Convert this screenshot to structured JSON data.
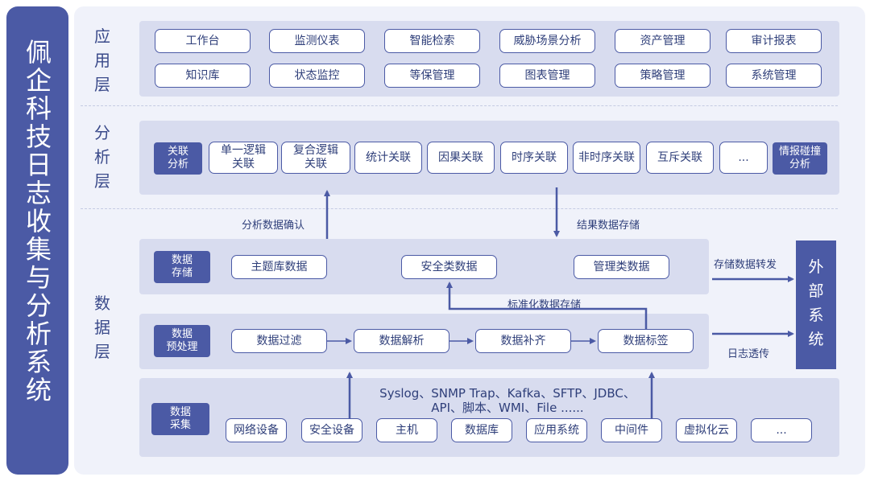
{
  "sidebar_title": "佩企科技日志收集与分析系统",
  "layers": {
    "application": "应用层",
    "analysis": "分析层",
    "data": "数据层"
  },
  "application": {
    "row1": [
      "工作台",
      "监测仪表",
      "智能检索",
      "威胁场景分析",
      "资产管理",
      "审计报表"
    ],
    "row2": [
      "知识库",
      "状态监控",
      "等保管理",
      "图表管理",
      "策略管理",
      "系统管理"
    ]
  },
  "analysis": {
    "left_tag": "关联分析",
    "items": [
      "单一逻辑关联",
      "复合逻辑关联",
      "统计关联",
      "因果关联",
      "时序关联",
      "非时序关联",
      "互斥关联",
      "..."
    ],
    "right_tag": "情报碰撞分析"
  },
  "arrows": {
    "confirm": "分析数据确认",
    "store_result": "结果数据存储",
    "forward": "存储数据转发",
    "std_store": "标准化数据存储",
    "log_pass": "日志透传"
  },
  "storage": {
    "tag": "数据存储",
    "items": [
      "主题库数据",
      "安全类数据",
      "管理类数据"
    ]
  },
  "preprocess": {
    "tag": "数据预处理",
    "items": [
      "数据过滤",
      "数据解析",
      "数据补齐",
      "数据标签"
    ]
  },
  "collect": {
    "tag": "数据采集",
    "protocols_line1": "Syslog、SNMP Trap、Kafka、SFTP、JDBC、",
    "protocols_line2": "API、脚本、WMI、File ......",
    "items": [
      "网络设备",
      "安全设备",
      "主机",
      "数据库",
      "应用系统",
      "中间件",
      "虚拟化云",
      "..."
    ]
  },
  "external": "外部系统",
  "colors": {
    "primary": "#4b5aa5",
    "panel": "#d8dcef",
    "background": "#f0f2fa"
  }
}
